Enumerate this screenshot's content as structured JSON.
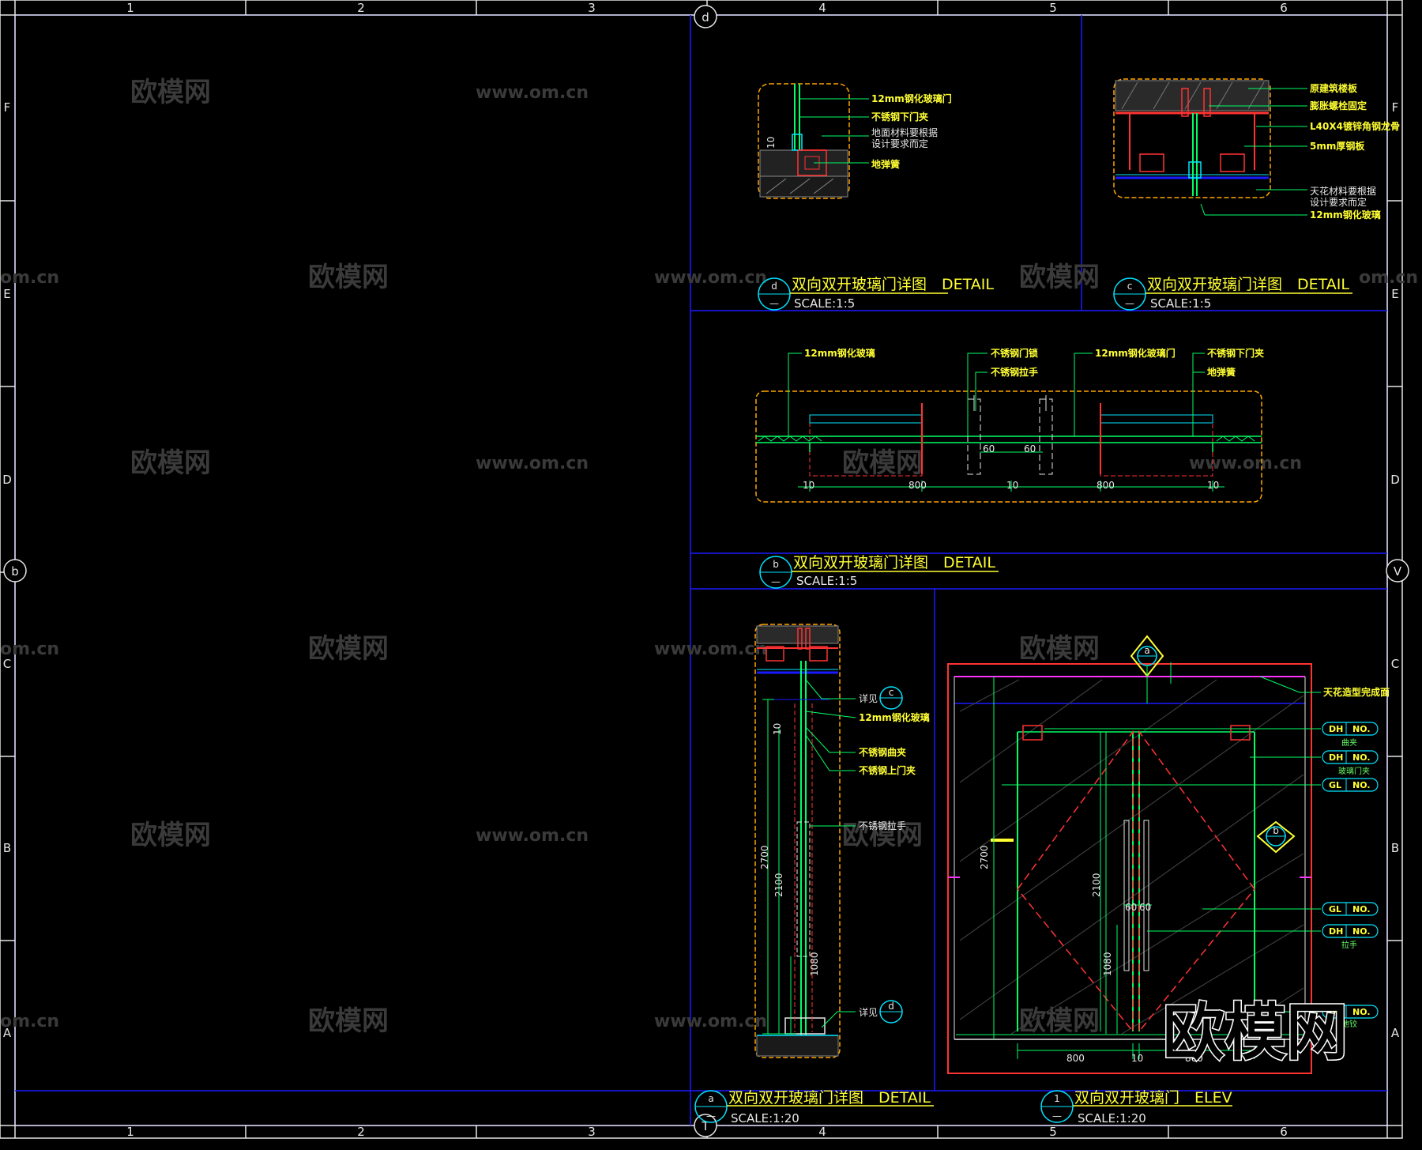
{
  "border": {
    "columns": [
      "1",
      "2",
      "3",
      "4",
      "5",
      "6"
    ],
    "rows": [
      "F",
      "E",
      "D",
      "C",
      "B",
      "A"
    ]
  },
  "watermarks": {
    "brand": "欧模网",
    "url": "www.om.cn",
    "url_fragment": "om.cn",
    "big_logo": "欧模网"
  },
  "markers": {
    "d": "d",
    "b": "b",
    "v": "V",
    "t": "T"
  },
  "details": {
    "d": {
      "symbol": "d",
      "title": "双向双开玻璃门详图　DETAIL",
      "scale": "SCALE:1:5",
      "labels": [
        "12mm钢化玻璃门",
        "不锈钢下门夹",
        "地面材料要根据",
        "设计要求而定",
        "地弹簧"
      ],
      "dims": [
        "10"
      ]
    },
    "c": {
      "symbol": "c",
      "title": "双向双开玻璃门详图　DETAIL",
      "scale": "SCALE:1:5",
      "labels": [
        "原建筑楼板",
        "膨胀螺栓固定",
        "L40X4镀锌角钢龙骨",
        "5mm厚钢板",
        "天花材料要根据",
        "设计要求而定",
        "12mm钢化玻璃"
      ]
    },
    "b": {
      "symbol": "b",
      "title": "双向双开玻璃门详图　DETAIL",
      "scale": "SCALE:1:5",
      "labels": [
        "12mm钢化玻璃",
        "不锈钢门锁",
        "不锈钢拉手",
        "12mm钢化玻璃门",
        "不锈钢下门夹",
        "地弹簧"
      ],
      "dims": [
        "10",
        "800",
        "10",
        "800",
        "10",
        "60",
        "60"
      ]
    },
    "a": {
      "symbol": "a",
      "title": "双向双开玻璃门详图　DETAIL",
      "scale": "SCALE:1:20",
      "labels": [
        "详见",
        "12mm钢化玻璃",
        "不锈钢曲夹",
        "不锈钢上门夹",
        "不锈钢拉手",
        "详见"
      ],
      "callouts": [
        "c",
        "d"
      ],
      "dims": [
        "10",
        "2700",
        "2100",
        "1080"
      ]
    },
    "elev": {
      "symbol": "1",
      "title": "双向双开玻璃门　ELEV",
      "scale": "SCALE:1:20",
      "ceiling_label": "天花造型完成面",
      "callouts": [
        "a",
        "b"
      ],
      "tags": [
        {
          "code": "DH",
          "no": "NO.",
          "sub": "曲夹"
        },
        {
          "code": "DH",
          "no": "NO.",
          "sub": "玻璃门夹"
        },
        {
          "code": "GL",
          "no": "NO.",
          "sub": ""
        },
        {
          "code": "GL",
          "no": "NO.",
          "sub": ""
        },
        {
          "code": "DH",
          "no": "NO.",
          "sub": "拉手"
        },
        {
          "code": "DH",
          "no": "NO.",
          "sub": "地铰"
        }
      ],
      "dims": [
        "2700",
        "2100",
        "1080",
        "60",
        "60",
        "800",
        "10",
        "800"
      ]
    }
  },
  "colors": {
    "frame": "#e6e6e6",
    "panel_line": "#1a1aff",
    "glass": "#00ff66",
    "annotation": "#ffff33",
    "section_red": "#ff3333",
    "cyan": "#00e5ff",
    "magenta": "#ff33ff",
    "orange": "#ffa500"
  }
}
